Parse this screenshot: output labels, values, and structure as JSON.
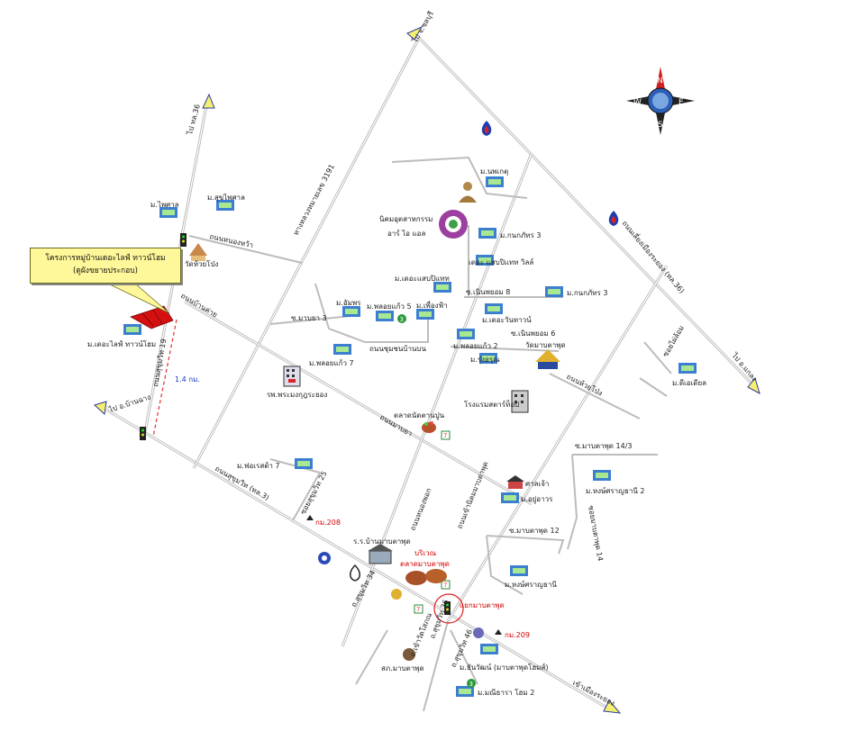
{
  "project_callout": {
    "line1": "โครงการหมู่บ้านเดอะไลฟ์ ทาวน์โฮม",
    "line2": "(ดูผังขยายประกอบ)"
  },
  "compass": {
    "n": "N",
    "s": "S",
    "e": "E",
    "w": "W"
  },
  "directions": {
    "to_chonburi": "ไป จ.ชลบุรี",
    "to_rd_36": "ไป ทล.36",
    "to_ban_chang": "ไป อ.บ้านฉาง",
    "to_klaeng": "ไป อ.แกลง",
    "to_rayong_city": "เข้าเมืองระยอง"
  },
  "roads": {
    "sukhumvit_19": "ถนนสุขุมวิท 19",
    "nong_hoi": "ถนนหนองหว้า",
    "ban_khai_3191": "ทางหลวงหมายเลข 3191",
    "ban_khai": "ถนนบ้านค่าย",
    "sukhumvit_3": "ถนนสุขุมวิท (ทล.3)",
    "sukhumvit_25": "ซอยสุขุมวิท 25",
    "nong_fab": "ถนนหนองพอก",
    "chumchon": "ถนนชุมชนบ้านบน",
    "map_ya": "ถนนมาบยา",
    "rayong_bypass": "ถนนเลี่ยงเมืองระยอง (ทล.36)",
    "ban_kruat": "ถนนห้วยโป่ง",
    "mapta_phut_road": "ถนนเข้านิคมมาบตาพุด",
    "ruam_phatthana": "ซ.มาบตาพุด 12",
    "map_ta_phut_14_3": "ซ.มาบตาพุด 14/3",
    "soi_14": "ซอยมาบตาพุด 14",
    "map_ya_3": "ซ.มาบยา 3",
    "noen_phayom_6": "ซ.เนินพยอม 6",
    "noen_phayom_8": "ซ.เนินพยอม 8",
    "soi_a": "ซอยไผ่ล้อม",
    "dist": "1.4 กม.",
    "sukhumvit_34": "ถ.สุขุมวิท 34",
    "sukhumvit_36": "ถ.สุขุมวิท 36",
    "sukhumvit_46": "ถ.สุขุมวิท 46",
    "wat_road": "ถ.เข้าวัดโสภณ"
  },
  "places": {
    "m_phaisan": "ม.ไพศาล",
    "m_sukphaisan": "ม.สุขไพศาล",
    "wat_huai_pong": "วัดห้วยโป่ง",
    "m_the_life": "ม.เดอะไลฟ์ ทาวน์โฮม",
    "m_uthai": "ม.นพเกตุ",
    "industrial_estate": "นิคมอุตสาหกรรม",
    "irpc": "อาร์ ไอ แอล",
    "m_kanokphat_3a": "ม.กนกภัทร 3",
    "m_the_sap": "ม.เดอะแสบปิแทท",
    "m_the_sap_ville": "เดอะ แสบปิแทท วิลล์",
    "m_kanokphat_3b": "ม.กนกภัทร 3",
    "m_the_town": "ม.เดอะวันทาวน์",
    "m_amphon": "ม.อัมพร",
    "m_phon_5": "ม.พลอยแก้ว 5",
    "m_phueng_fa": "ม.เพื่องฟ้า",
    "m_phon_7": "ม.พลอยแก้ว 7",
    "m_phon_2": "ม.พลอยแก้ว 2",
    "m_rung_arun": "ม.รุ่งอรุณ",
    "wat_map_ta_phut": "วัดมาบตาพุด",
    "hospital": "รพ.พระมงกุฎระยอง",
    "market": "ตลาดนัดตานปูน",
    "hotel": "โรงแรมสตาร์ท็อป",
    "m_dee_lert": "ม.ดีเอเดียล",
    "m_hong_2": "ม.หงษ์ศราญธานี 2",
    "shrine": "ศาลเจ้า",
    "m_yu_charoen": "ม.อยู่อาวร",
    "m_forest_7": "ม.ฟอเรสต้า 7",
    "km_208": "กม.208",
    "school": "ร.ร.บ้านมาบตาพุด",
    "market_area": "บริเวณ",
    "market_name": "ตลาดมาบตาพุด",
    "intersection": "แยกมาบตาพุด",
    "km_209": "กม.209",
    "m_hong": "ม.หงษ์ศราญธานี",
    "police": "สภ.มาบตาพุด",
    "m_thanawat": "ม.ธันวัฒน์ (มาบตาพุดโฮมส์)",
    "m_manee_2": "ม.มณีธารา โฮม 2"
  },
  "colors": {
    "road_gray": "#b8b8b8",
    "callout_bg": "#fff89a",
    "route_red": "#e03030",
    "project_red": "#d41010"
  }
}
